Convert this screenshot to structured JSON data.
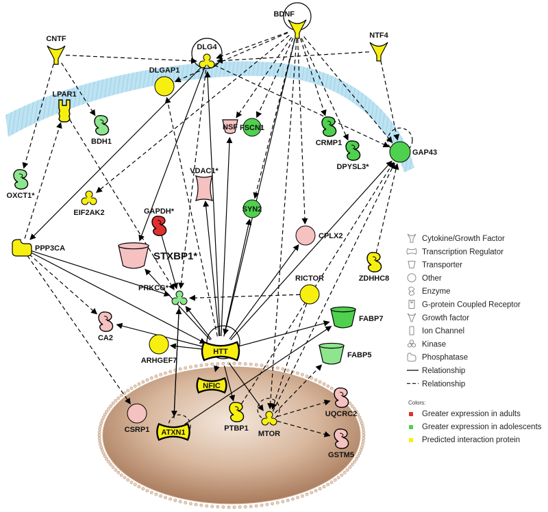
{
  "colors": {
    "adult": "#e03030",
    "adolescent": "#4fd04f",
    "predicted": "#f7ef10",
    "pink": "#f6c1c1",
    "lightgreen": "#8ee58e",
    "membrane": "#bfe3f2",
    "nucleus": "#cca88a"
  },
  "nodes": {
    "CNTF": {
      "label": "CNTF",
      "shape": "growth-factor",
      "color": "predicted"
    },
    "BDNF": {
      "label": "BDNF",
      "shape": "growth-factor",
      "color": "predicted"
    },
    "NTF4": {
      "label": "NTF4",
      "shape": "growth-factor",
      "color": "predicted"
    },
    "DLG4": {
      "label": "DLG4",
      "shape": "kinase",
      "color": "predicted"
    },
    "DLGAP1": {
      "label": "DLGAP1",
      "shape": "other",
      "color": "predicted"
    },
    "LPAR1": {
      "label": "LPAR1",
      "shape": "gpcr",
      "color": "predicted"
    },
    "BDH1": {
      "label": "BDH1",
      "shape": "enzyme",
      "color": "lightgreen"
    },
    "OXCT1": {
      "label": "OXCT1*",
      "shape": "enzyme",
      "color": "lightgreen"
    },
    "NSF": {
      "label": "NSF",
      "shape": "transporter-small",
      "color": "pink"
    },
    "FSCN1": {
      "label": "FSCN1",
      "shape": "other",
      "color": "adolescent"
    },
    "CRMP1": {
      "label": "CRMP1",
      "shape": "enzyme",
      "color": "adolescent"
    },
    "DPYSL3": {
      "label": "DPYSL3*",
      "shape": "enzyme",
      "color": "adolescent"
    },
    "GAP43": {
      "label": "GAP43",
      "shape": "other",
      "color": "adolescent"
    },
    "VDAC1": {
      "label": "VDAC1*",
      "shape": "ion-channel",
      "color": "pink"
    },
    "EIF2AK2": {
      "label": "EIF2AK2",
      "shape": "kinase",
      "color": "predicted"
    },
    "GAPDH": {
      "label": "GAPDH*",
      "shape": "enzyme",
      "color": "adult"
    },
    "SYN2": {
      "label": "SYN2",
      "shape": "other",
      "color": "adolescent"
    },
    "CPLX2": {
      "label": "CPLX2",
      "shape": "other",
      "color": "pink"
    },
    "PPP3CA": {
      "label": "PPP3CA",
      "shape": "phosphatase",
      "color": "predicted"
    },
    "STXBP1": {
      "label": "STXBP1*",
      "shape": "transporter",
      "color": "pink"
    },
    "ZDHHC8": {
      "label": "ZDHHC8",
      "shape": "enzyme",
      "color": "predicted"
    },
    "RICTOR": {
      "label": "RICTOR",
      "shape": "other",
      "color": "predicted"
    },
    "PRKCG": {
      "label": "PRKCG*",
      "shape": "kinase",
      "color": "lightgreen"
    },
    "FABP7": {
      "label": "FABP7",
      "shape": "transporter",
      "color": "adolescent"
    },
    "CA2": {
      "label": "CA2",
      "shape": "enzyme",
      "color": "pink"
    },
    "ARHGEF7": {
      "label": "ARHGEF7",
      "shape": "other",
      "color": "predicted"
    },
    "HTT": {
      "label": "HTT",
      "shape": "transcription-regulator",
      "color": "predicted"
    },
    "FABP5": {
      "label": "FABP5",
      "shape": "transporter",
      "color": "lightgreen"
    },
    "NFIC": {
      "label": "NFIC",
      "shape": "transcription-regulator",
      "color": "predicted"
    },
    "CSRP1": {
      "label": "CSRP1",
      "shape": "other",
      "color": "pink"
    },
    "ATXN1": {
      "label": "ATXN1",
      "shape": "transcription-regulator",
      "color": "predicted"
    },
    "PTBP1": {
      "label": "PTBP1",
      "shape": "enzyme",
      "color": "predicted"
    },
    "MTOR": {
      "label": "MTOR",
      "shape": "kinase",
      "color": "predicted"
    },
    "UQCRC2": {
      "label": "UQCRC2",
      "shape": "enzyme",
      "color": "pink"
    },
    "GSTM5": {
      "label": "GSTM5",
      "shape": "enzyme",
      "color": "pink"
    }
  },
  "edges": [
    {
      "from": "CNTF",
      "to": "DLG4",
      "style": "dashed"
    },
    {
      "from": "CNTF",
      "to": "BDH1",
      "style": "dashed"
    },
    {
      "from": "CNTF",
      "to": "OXCT1",
      "style": "dashed"
    },
    {
      "from": "BDNF",
      "to": "DLG4",
      "style": "dashed"
    },
    {
      "from": "BDNF",
      "to": "DLGAP1",
      "style": "dashed"
    },
    {
      "from": "BDNF",
      "to": "NSF",
      "style": "dashed"
    },
    {
      "from": "BDNF",
      "to": "CRMP1",
      "style": "dashed"
    },
    {
      "from": "BDNF",
      "to": "DPYSL3",
      "style": "dashed"
    },
    {
      "from": "BDNF",
      "to": "GAP43",
      "style": "dashed"
    },
    {
      "from": "BDNF",
      "to": "SYN2",
      "style": "dashed"
    },
    {
      "from": "BDNF",
      "to": "CPLX2",
      "style": "dashed"
    },
    {
      "from": "BDNF",
      "to": "EIF2AK2",
      "style": "dashed"
    },
    {
      "from": "BDNF",
      "to": "FSCN1",
      "style": "dashed"
    },
    {
      "from": "BDNF",
      "to": "MTOR",
      "style": "dashed"
    },
    {
      "from": "BDNF",
      "to": "HTT",
      "style": "solid"
    },
    {
      "from": "NTF4",
      "to": "DLG4",
      "style": "dashed"
    },
    {
      "from": "NTF4",
      "to": "GAP43",
      "style": "dashed"
    },
    {
      "from": "DLG4",
      "to": "STXBP1",
      "style": "solid"
    },
    {
      "from": "DLG4",
      "to": "PPP3CA",
      "style": "solid"
    },
    {
      "from": "DLG4",
      "to": "PRKCG",
      "style": "dashed"
    },
    {
      "from": "DLG4",
      "to": "GAP43",
      "style": "dashed"
    },
    {
      "from": "LPAR1",
      "to": "PRKCG",
      "style": "dashed"
    },
    {
      "from": "PPP3CA",
      "to": "LPAR1",
      "style": "dashed"
    },
    {
      "from": "PPP3CA",
      "to": "CA2",
      "style": "dashed"
    },
    {
      "from": "PPP3CA",
      "to": "CSRP1",
      "style": "dashed"
    },
    {
      "from": "PPP3CA",
      "to": "PRKCG",
      "style": "solid"
    },
    {
      "from": "PPP3CA",
      "to": "HTT",
      "style": "solid"
    },
    {
      "from": "GAPDH",
      "to": "PRKCG",
      "style": "solid"
    },
    {
      "from": "HTT",
      "to": "PRKCG",
      "style": "solid"
    },
    {
      "from": "HTT",
      "to": "STXBP1",
      "style": "solid"
    },
    {
      "from": "HTT",
      "to": "CA2",
      "style": "solid"
    },
    {
      "from": "HTT",
      "to": "ARHGEF7",
      "style": "solid"
    },
    {
      "from": "HTT",
      "to": "VDAC1",
      "style": "solid"
    },
    {
      "from": "HTT",
      "to": "NSF",
      "style": "solid"
    },
    {
      "from": "HTT",
      "to": "SYN2",
      "style": "solid"
    },
    {
      "from": "HTT",
      "to": "CPLX2",
      "style": "solid"
    },
    {
      "from": "HTT",
      "to": "GAP43",
      "style": "solid"
    },
    {
      "from": "HTT",
      "to": "FABP7",
      "style": "solid"
    },
    {
      "from": "HTT",
      "to": "NFIC",
      "style": "solid"
    },
    {
      "from": "HTT",
      "to": "PTBP1",
      "style": "solid"
    },
    {
      "from": "HTT",
      "to": "MTOR",
      "style": "solid"
    },
    {
      "from": "HTT",
      "to": "DLGAP1",
      "style": "dashed"
    },
    {
      "from": "HTT",
      "to": "DLG4",
      "style": "solid"
    },
    {
      "from": "RICTOR",
      "to": "PRKCG",
      "style": "dashed"
    },
    {
      "from": "RICTOR",
      "to": "MTOR",
      "style": "dashed"
    },
    {
      "from": "ZDHHC8",
      "to": "GAP43",
      "style": "dashed"
    },
    {
      "from": "MTOR",
      "to": "GAP43",
      "style": "dashed"
    },
    {
      "from": "MTOR",
      "to": "FABP5",
      "style": "dashed"
    },
    {
      "from": "MTOR",
      "to": "UQCRC2",
      "style": "dashed"
    },
    {
      "from": "MTOR",
      "to": "GSTM5",
      "style": "dashed"
    },
    {
      "from": "ATXN1",
      "to": "PRKCG",
      "style": "solid"
    },
    {
      "from": "PRKCG",
      "to": "ATXN1",
      "style": "solid"
    },
    {
      "from": "ATXN1",
      "to": "FABP7",
      "style": "solid"
    },
    {
      "from": "PTBP1",
      "to": "GAP43",
      "style": "dashed"
    }
  ],
  "legend": {
    "shapes": [
      {
        "icon": "cytokine",
        "label": "Cytokine/Growth Factor"
      },
      {
        "icon": "transcription-regulator",
        "label": "Transcription Regulator"
      },
      {
        "icon": "transporter",
        "label": "Transporter"
      },
      {
        "icon": "other",
        "label": "Other"
      },
      {
        "icon": "enzyme",
        "label": "Enzyme"
      },
      {
        "icon": "gpcr",
        "label": "G-protein Coupled Receptor"
      },
      {
        "icon": "growth-factor",
        "label": "Growth factor"
      },
      {
        "icon": "ion-channel",
        "label": "Ion Channel"
      },
      {
        "icon": "kinase",
        "label": "Kinase"
      },
      {
        "icon": "phosphatase",
        "label": "Phosphatase"
      },
      {
        "icon": "solid-line",
        "label": "Relationship"
      },
      {
        "icon": "dashed-line",
        "label": "Relationship"
      }
    ],
    "colors_heading": "Colors:",
    "colors": [
      {
        "color": "adult",
        "label": "Greater expression in adults"
      },
      {
        "color": "adolescent",
        "label": "Greater expression in adolescents"
      },
      {
        "color": "predicted",
        "label": "Predicted interaction protein"
      }
    ]
  }
}
